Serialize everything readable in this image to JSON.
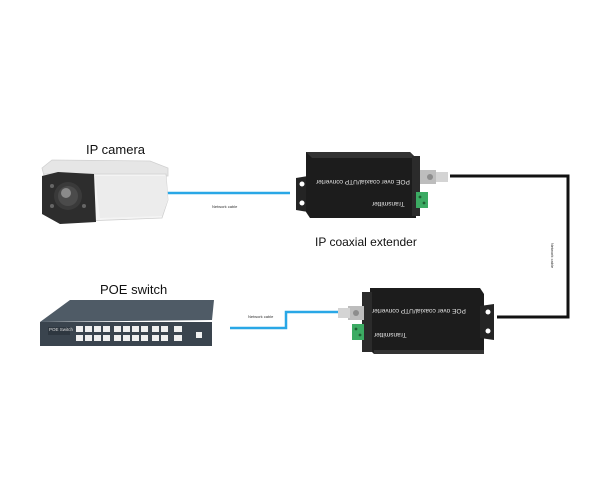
{
  "labels": {
    "camera": "IP camera",
    "extender": "IP coaxial extender",
    "switch": "POE switch",
    "network_cable_top": "Network cable",
    "network_cable_bottom": "Network cable",
    "coax_cable": "Network cable"
  },
  "device_text": {
    "tx_main": "POE over coaxial/UTP converter",
    "tx_sub": "Transmitter",
    "rx_main": "POE over coaxial/UTP converter",
    "rx_sub": "Transmitter",
    "switch_badge": "POE Switch"
  },
  "colors": {
    "network_cable": "#29a7e6",
    "coax_cable": "#111111",
    "device_body": "#1c1c1c",
    "camera_body": "#f2f2f2",
    "connector": "#c9c9c9",
    "terminal_green": "#3cab63"
  }
}
